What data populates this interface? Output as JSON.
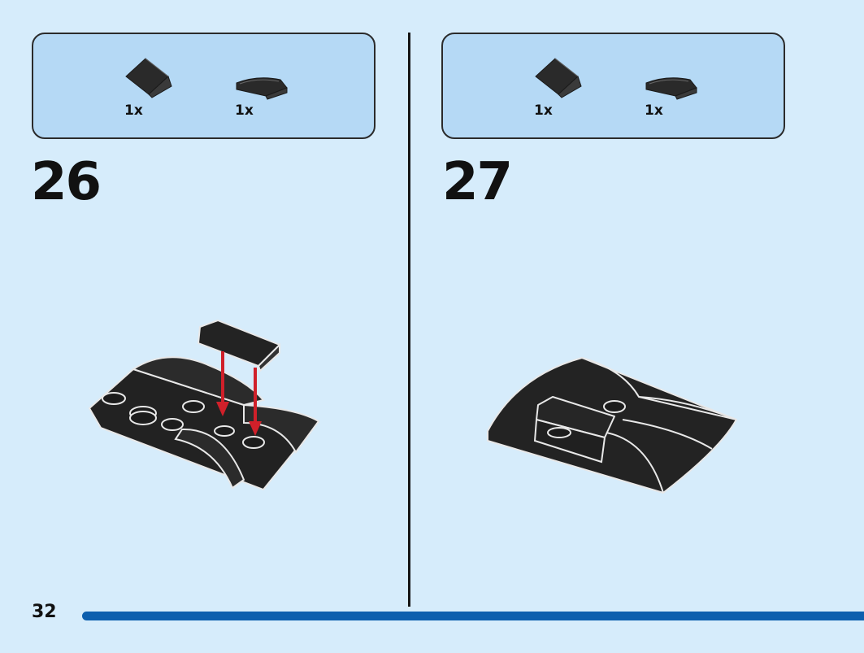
{
  "page_number": "32",
  "steps": [
    {
      "number": "26",
      "parts": [
        {
          "icon": "slope-brick-icon",
          "qty": "1x"
        },
        {
          "icon": "curved-slope-brick-icon",
          "qty": "1x"
        }
      ]
    },
    {
      "number": "27",
      "parts": [
        {
          "icon": "slope-brick-icon",
          "qty": "1x"
        },
        {
          "icon": "curved-slope-brick-icon",
          "qty": "1x"
        }
      ]
    }
  ],
  "colors": {
    "background": "#d6ecfb",
    "parts_box": "#b5d9f5",
    "brick": "#2a2a2a",
    "arrow": "#d0202a",
    "progress_bar": "#0d5fae"
  }
}
